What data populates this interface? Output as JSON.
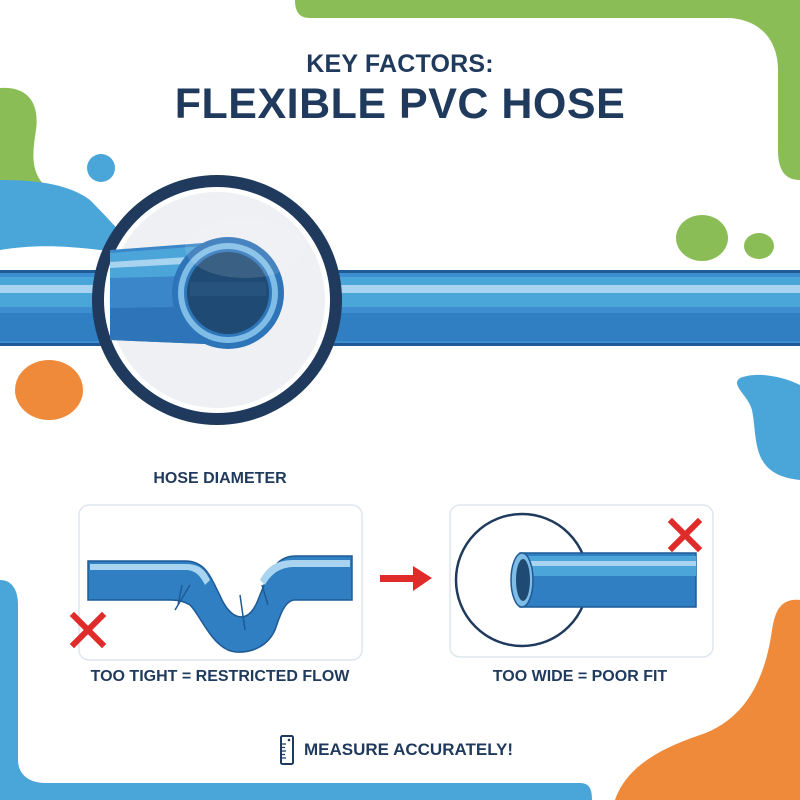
{
  "header": {
    "subtitle": "KEY FACTORS:",
    "title": "FLEXIBLE PVC HOSE"
  },
  "section": {
    "label": "HOSE DIAMETER"
  },
  "panels": [
    {
      "caption": "TOO TIGHT = RESTRICTED FLOW",
      "status": "incorrect",
      "icon": "x-mark-icon"
    },
    {
      "caption": "TOO WIDE = POOR FIT",
      "status": "incorrect",
      "icon": "x-mark-icon"
    }
  ],
  "footer": {
    "text": "MEASURE ACCURATELY!",
    "icon": "ruler-icon"
  },
  "colors": {
    "navy": "#1f3a5c",
    "hose_blue": "#3a86c8",
    "hose_light": "#4ca5d8",
    "hose_highlight": "#a8d4ef",
    "green": "#8bbd57",
    "sky_blue": "#4aa6d9",
    "orange": "#ef8a3a",
    "red": "#e02b2b"
  }
}
